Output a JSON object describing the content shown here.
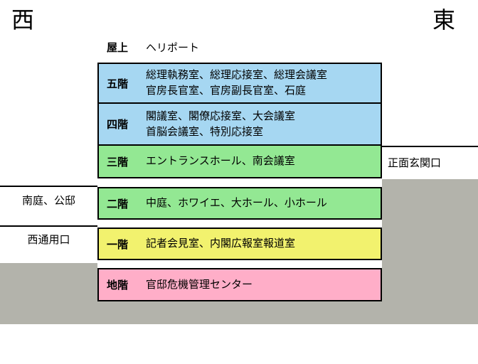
{
  "header": {
    "west": "西",
    "east": "東"
  },
  "rooftop": {
    "label": "屋上",
    "facility": "ヘリポート"
  },
  "floors": [
    {
      "name": "五階",
      "rooms": [
        "総理執務室、総理応接室、総理会議室",
        "官房長官室、官房副長官室、石庭"
      ],
      "color": "#a6d7f2"
    },
    {
      "name": "四階",
      "rooms": [
        "閣議室、閣僚応接室、大会議室",
        "首脳会議室、特別応接室"
      ],
      "color": "#a6d7f2"
    },
    {
      "name": "三階",
      "rooms": [
        "エントランスホール、南会議室"
      ],
      "color": "#93e893"
    },
    {
      "name": "二階",
      "rooms": [
        "中庭、ホワイエ、大ホール、小ホール"
      ],
      "color": "#93e893"
    },
    {
      "name": "一階",
      "rooms": [
        "記者会見室、内閣広報室報道室"
      ],
      "color": "#f2f26e"
    },
    {
      "name": "地階",
      "rooms": [
        "官邸危機管理センター"
      ],
      "color": "#ffaec8"
    }
  ],
  "annotations": {
    "main_entrance": "正面玄関口",
    "south_garden": "南庭、公邸",
    "west_service_entrance": "西通用口"
  },
  "colors": {
    "ground": "#b3b3ab",
    "line": "#000000"
  }
}
